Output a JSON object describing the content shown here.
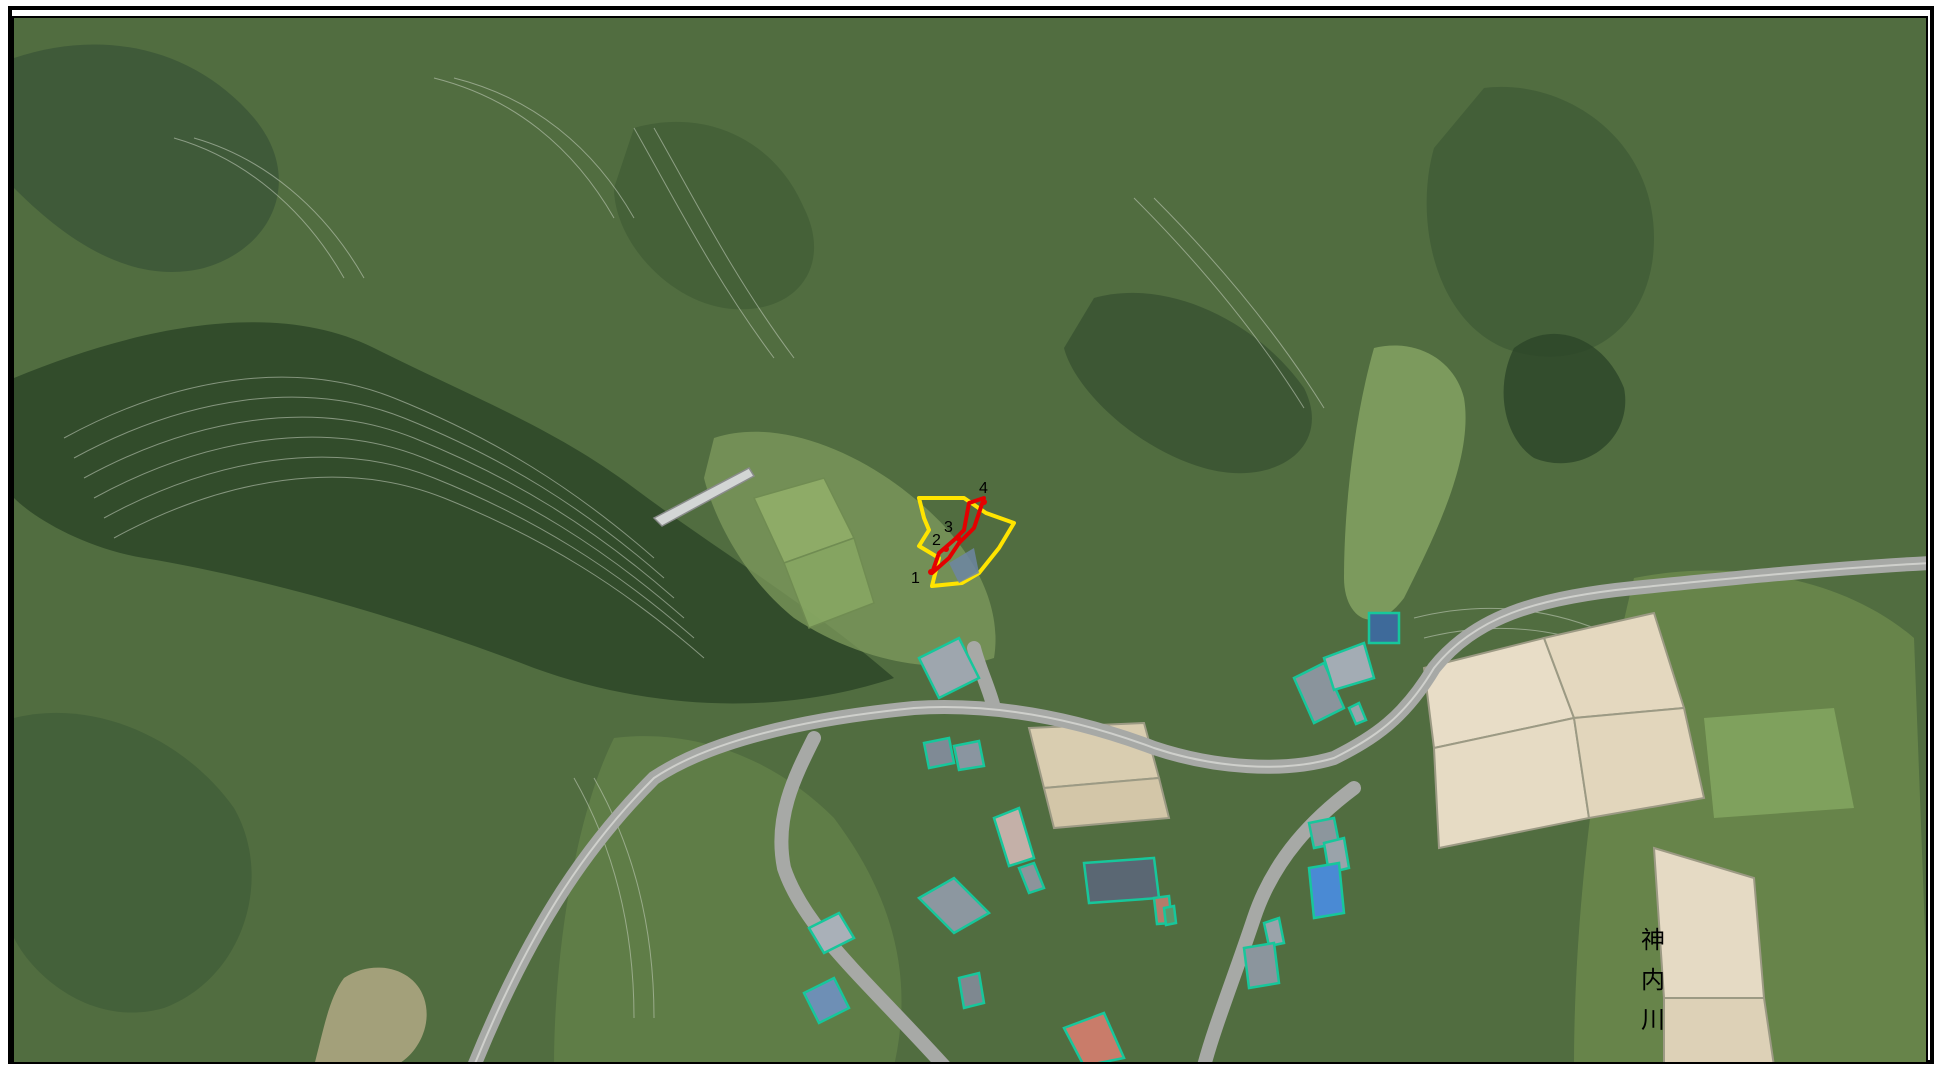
{
  "map": {
    "type": "aerial-photo-survey-map",
    "colors": {
      "forest_dark": "#2f4a2a",
      "forest": "#4f6b3f",
      "forest_light": "#6f8a55",
      "field_green": "#8aa86a",
      "paddy": "#e7dcc7",
      "road": "#a7a9a6",
      "building_outline": "#17c79b",
      "survey_outer": "#ffe400",
      "survey_inner": "#e40000"
    },
    "icons": [
      "point-marker-icon"
    ],
    "survey_points": [
      {
        "label": "1"
      },
      {
        "label": "2"
      },
      {
        "label": "3"
      },
      {
        "label": "4"
      }
    ],
    "river_label": {
      "chars": [
        "神",
        "内",
        "川"
      ]
    }
  }
}
